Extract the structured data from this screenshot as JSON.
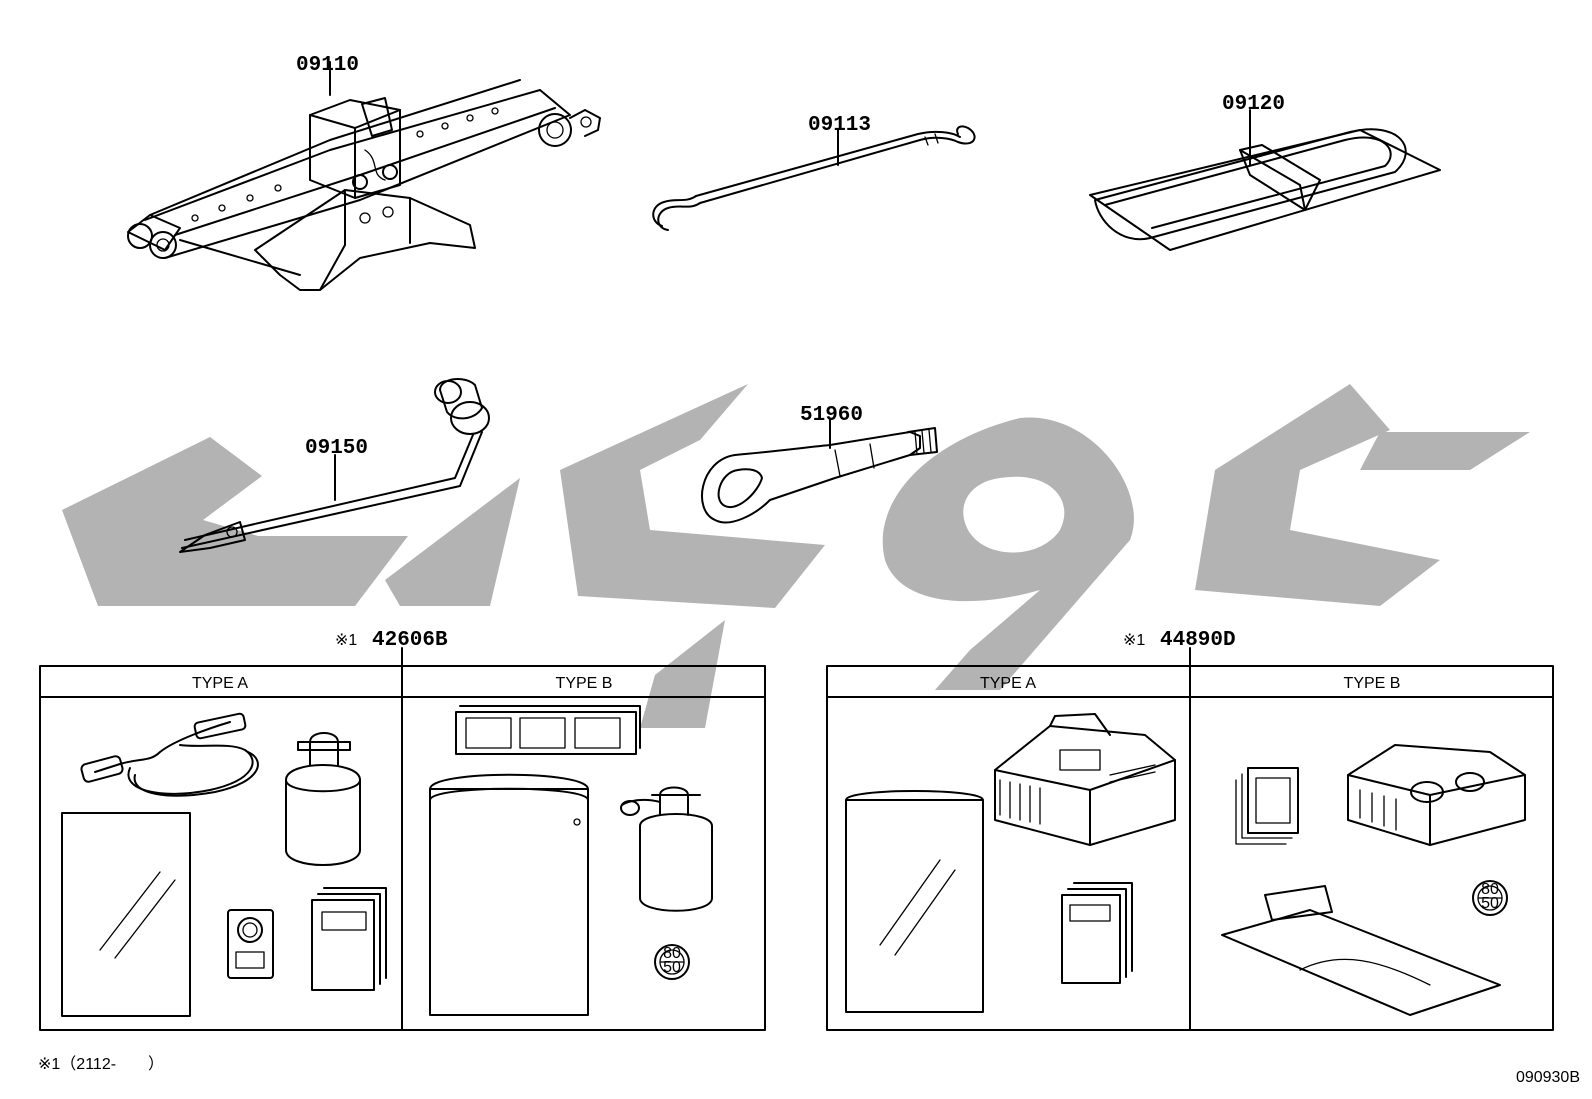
{
  "parts": [
    {
      "id": "jack",
      "part_number": "09110"
    },
    {
      "id": "jack-handle",
      "part_number": "09113"
    },
    {
      "id": "tool-bag",
      "part_number": "09120"
    },
    {
      "id": "lug-wrench",
      "part_number": "09150"
    },
    {
      "id": "towing-eye",
      "part_number": "51960"
    },
    {
      "id": "repair-kit-left",
      "part_number": "42606B",
      "note_mark": "※1"
    },
    {
      "id": "repair-kit-right",
      "part_number": "44890D",
      "note_mark": "※1"
    }
  ],
  "kit_left": {
    "type_a": "TYPE A",
    "type_b": "TYPE B"
  },
  "kit_right": {
    "type_a": "TYPE A",
    "type_b": "TYPE B"
  },
  "speed_labels": {
    "top": "80",
    "bottom": "50"
  },
  "footnote": "※1（2112-　　）",
  "figure_code": "090930B",
  "watermark": {
    "color": "#b3b3b3"
  }
}
